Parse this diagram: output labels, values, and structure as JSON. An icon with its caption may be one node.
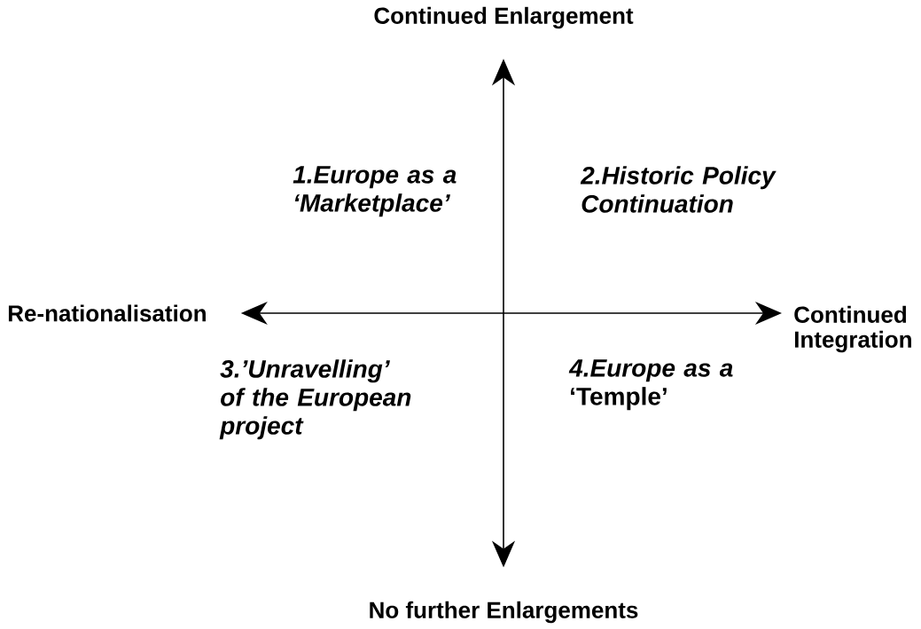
{
  "diagram": {
    "nodes": [
      {
        "text": [
          "Continued Enlargement"
        ]
      },
      {
        "text": [
          "Re-nationalisation"
        ]
      },
      {
        "text": [
          "Continued Integration"
        ]
      },
      {
        "text": [
          "No further Enlargements"
        ]
      }
    ],
    "edges": [
      {
        "from": 0,
        "to": 3,
        "arrow": "both"
      },
      {
        "from": 1,
        "to": 2,
        "arrow": "both"
      }
    ],
    "labels": [
      "1.Europe as a ‘Marketplace’",
      "2.Historic Policy Continuation",
      "3.’Unravelling’ of the European project",
      "*4.Europe as a* ‘Temple’"
    ]
  }
}
